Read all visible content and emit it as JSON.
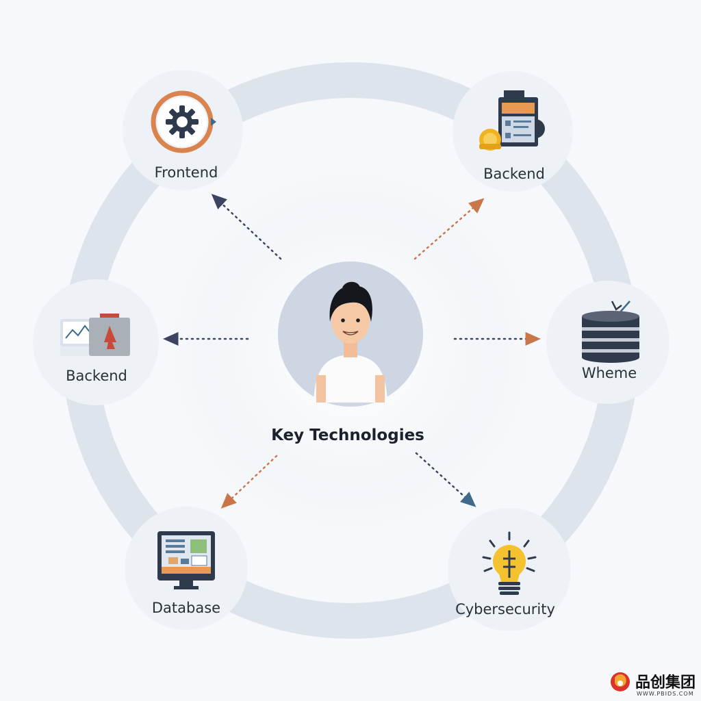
{
  "center": {
    "title": "Key Technologies",
    "icon": "person-avatar-icon"
  },
  "nodes": [
    {
      "id": "frontend",
      "label": "Frontend",
      "icon": "gear-icon"
    },
    {
      "id": "backend-top",
      "label": "Backend",
      "icon": "server-monitor-icon"
    },
    {
      "id": "backend-left",
      "label": "Backend",
      "icon": "analytics-folder-icon"
    },
    {
      "id": "wheme",
      "label": "Wheme",
      "icon": "database-icon"
    },
    {
      "id": "database",
      "label": "Database",
      "icon": "monitor-icon"
    },
    {
      "id": "cybersecurity",
      "label": "Cybersecurity",
      "icon": "lightbulb-icon"
    }
  ],
  "watermark": {
    "brand": "品创集团",
    "url": "WWW.PBIDS.COM"
  },
  "colors": {
    "ring": "#dde4ec",
    "node_fill": "#eef1f5",
    "arrow_orange": "#c9764a",
    "arrow_blue": "#3f6a8a",
    "arrow_navy": "#3c4460"
  }
}
